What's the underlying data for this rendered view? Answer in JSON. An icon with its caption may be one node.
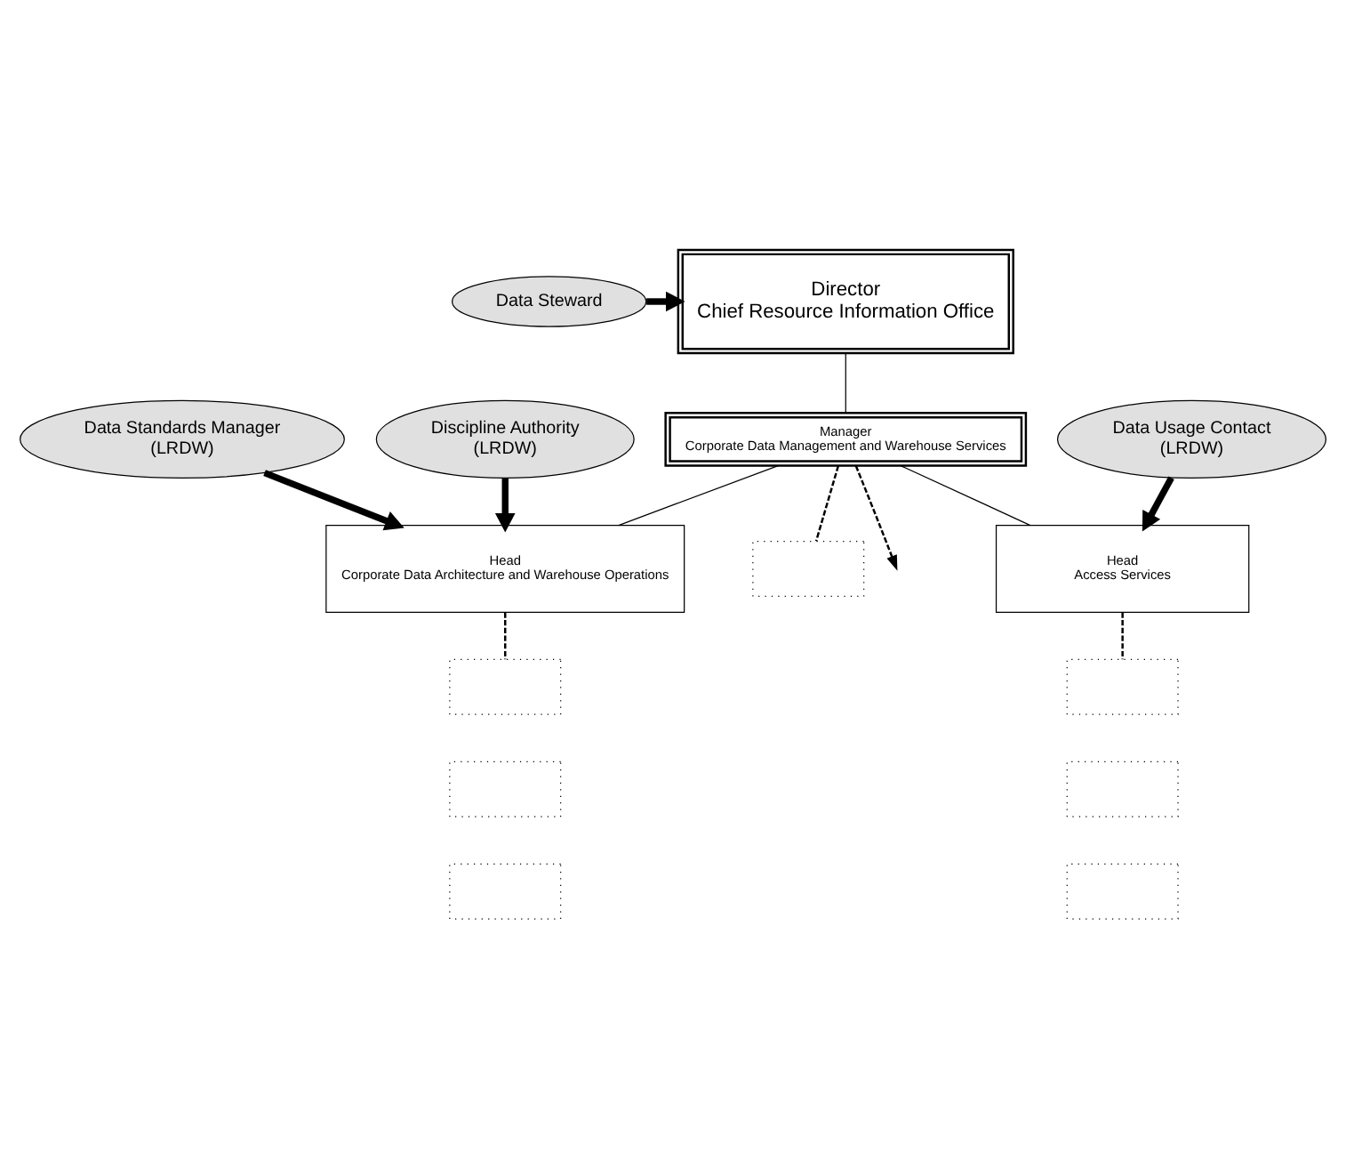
{
  "diagram": {
    "nodes": [
      {
        "text": [
          "Director",
          "Chief Resource Information Office"
        ]
      },
      {
        "text": [
          "Data Steward"
        ]
      },
      {
        "text": [
          "Manager",
          "Corporate Data Management and Warehouse Services"
        ]
      },
      {
        "text": [],
        "shape": "box"
      },
      {
        "text": [
          "Head",
          "Corporate Data Architecture and Warehouse Operations"
        ]
      },
      {
        "text": [
          "Head",
          "Access Services"
        ]
      },
      {
        "text": [
          "Data Standards Manager",
          "(LRDW)"
        ]
      },
      {
        "text": [
          "Discipline Authority",
          "(LRDW)"
        ]
      },
      {
        "text": [
          "Data Usage Contact",
          "(LRDW)"
        ]
      },
      {
        "text": [],
        "shape": "box"
      },
      {
        "text": [],
        "shape": "box"
      },
      {
        "text": [],
        "shape": "box"
      },
      {
        "text": [],
        "shape": "box"
      },
      {
        "text": [],
        "shape": "box"
      },
      {
        "text": [],
        "shape": "box"
      }
    ],
    "edges": [
      {
        "from": 1,
        "to": 0,
        "arrow": "to",
        "style": "thick"
      },
      {
        "from": 0,
        "to": 2,
        "arrow": "none"
      },
      {
        "from": 2,
        "to": 3,
        "arrow": "none",
        "style": "dashed"
      },
      {
        "from": 2,
        "to": null,
        "arrow": "to",
        "style": "dashed"
      },
      {
        "from": 2,
        "to": 4,
        "arrow": "none"
      },
      {
        "from": 2,
        "to": 5,
        "arrow": "none"
      },
      {
        "from": 6,
        "to": 4,
        "arrow": "to",
        "style": "thick"
      },
      {
        "from": 7,
        "to": 4,
        "arrow": "to",
        "style": "thick"
      },
      {
        "from": 8,
        "to": 5,
        "arrow": "to",
        "style": "thick"
      },
      {
        "from": 4,
        "to": 9,
        "arrow": "none",
        "style": "dashed"
      },
      {
        "from": 5,
        "to": 12,
        "arrow": "none",
        "style": "dashed"
      }
    ]
  }
}
